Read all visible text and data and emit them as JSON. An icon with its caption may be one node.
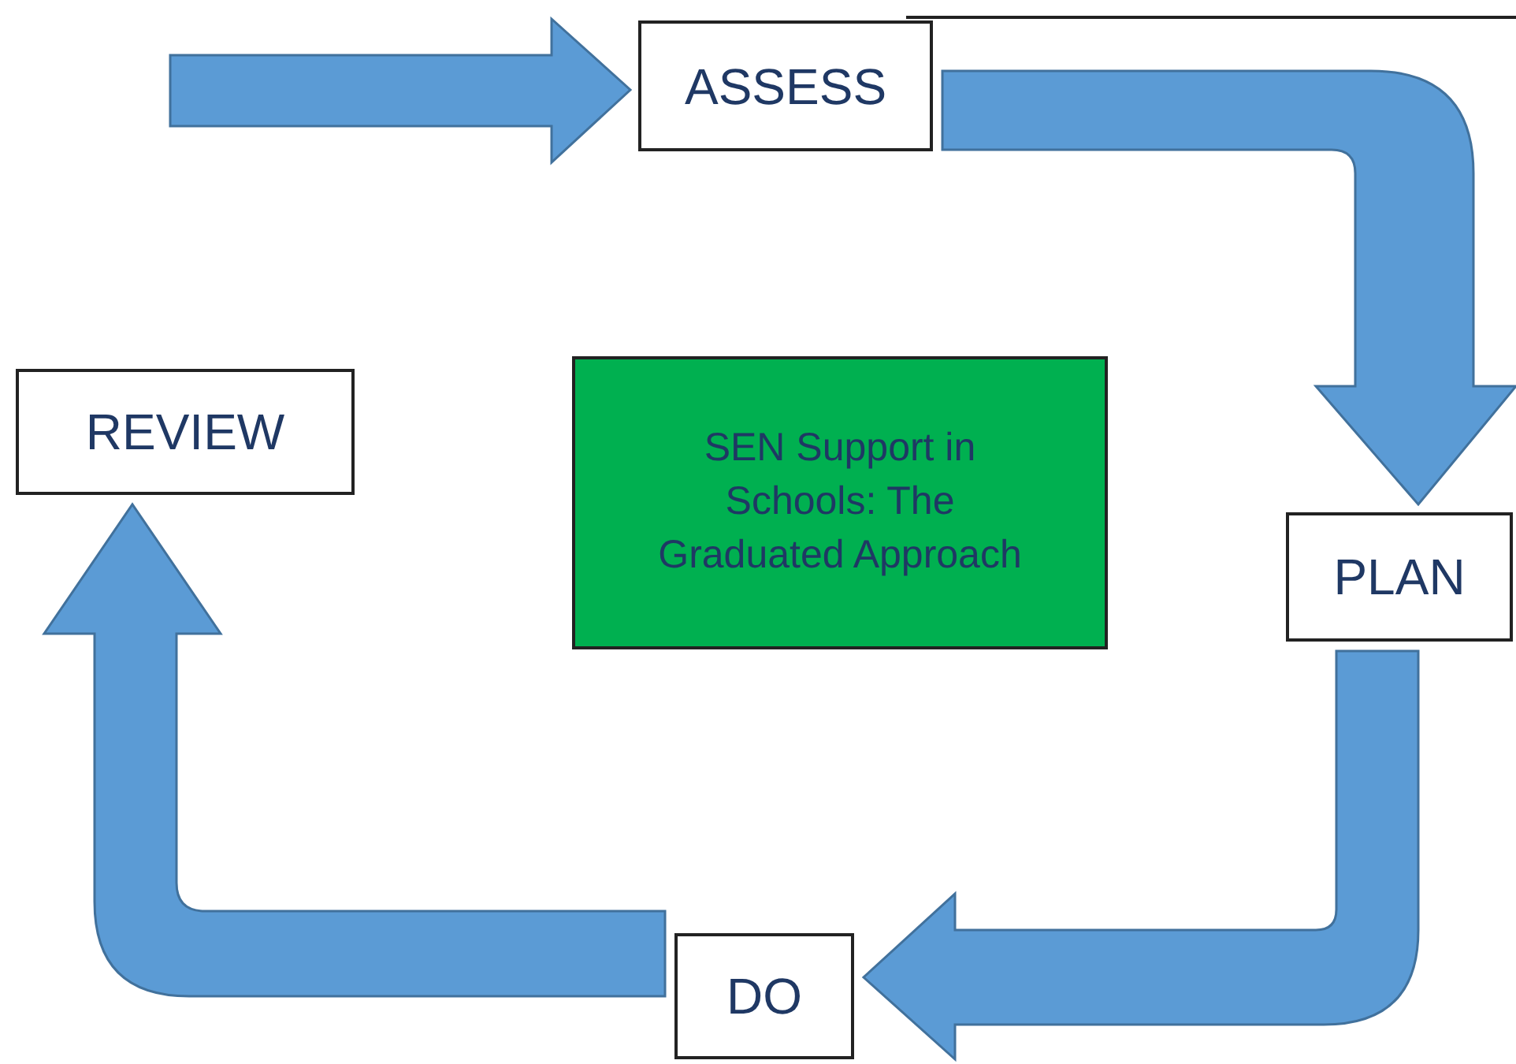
{
  "diagram": {
    "nodes": [
      {
        "text": [
          "ASSESS"
        ]
      },
      {
        "text": [
          "PLAN"
        ]
      },
      {
        "text": [
          "DO"
        ]
      },
      {
        "text": [
          "REVIEW"
        ]
      },
      {
        "text": [
          "SEN Support in Schools: The Graduated Approach"
        ]
      }
    ],
    "edges": [
      {
        "from": null,
        "to": 0,
        "arrow": "to"
      },
      {
        "from": 0,
        "to": 1,
        "arrow": "to"
      },
      {
        "from": 1,
        "to": 2,
        "arrow": "to"
      },
      {
        "from": 2,
        "to": 3,
        "arrow": "to"
      }
    ]
  }
}
